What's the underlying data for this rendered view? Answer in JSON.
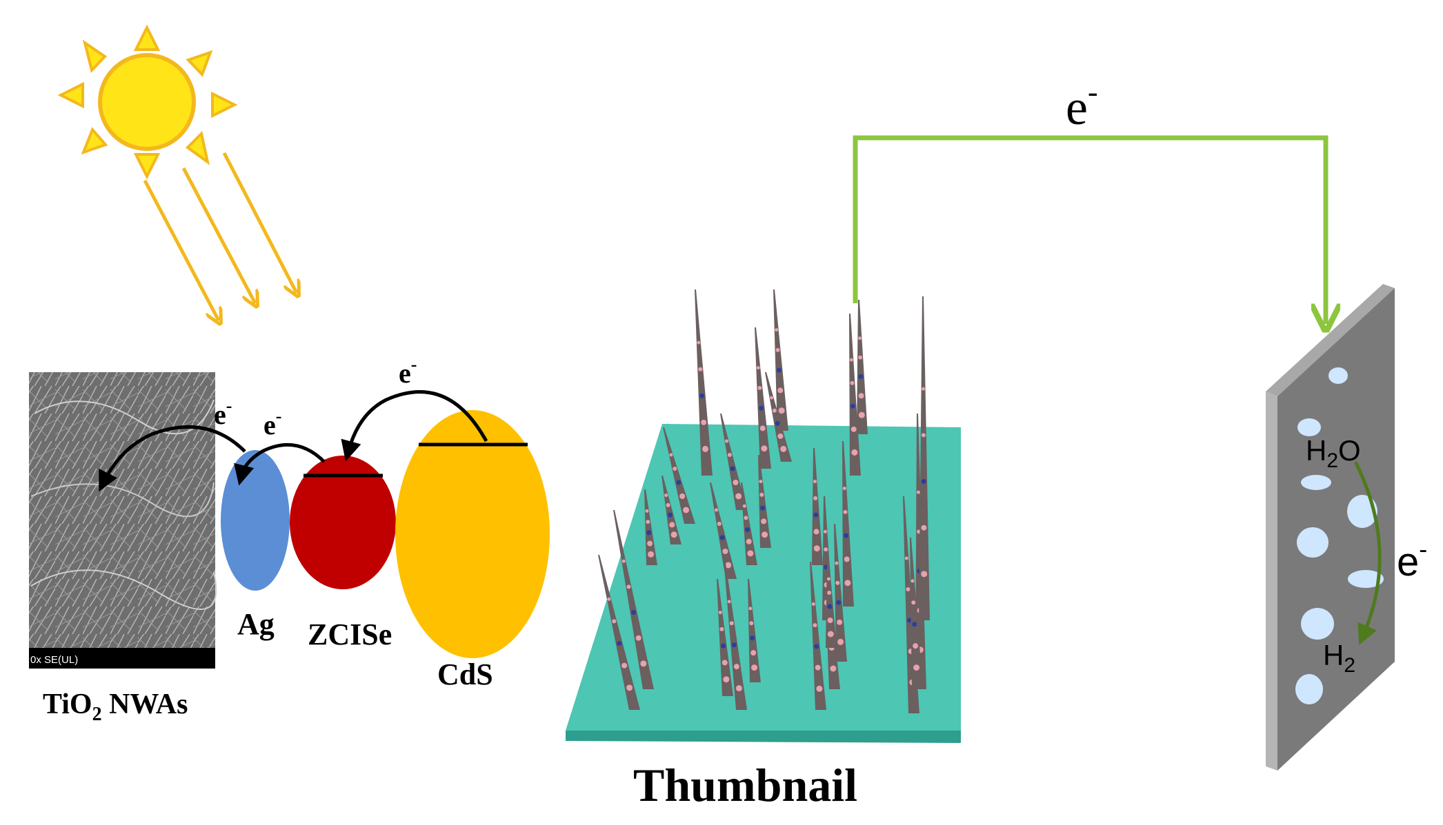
{
  "labels": {
    "tio2_main": "TiO",
    "tio2_sub": "2",
    "tio2_tail": " NWAs",
    "ag": "Ag",
    "zcise": "ZCISe",
    "cds": "CdS",
    "thumbnail": "Thumbnail",
    "sem_bar": "0x SE(UL)",
    "h2o_h": "H",
    "h2o_sub": "2",
    "h2o_o": "O",
    "h2_h": "H",
    "h2_sub": "2"
  },
  "electron": {
    "base": "e",
    "sup": "-"
  },
  "colors": {
    "sun": "#FFE417",
    "sun_rays": "#F3B81D",
    "light_arrows": "#F3B81D",
    "ag": "#5B8ED5",
    "zcise": "#C00000",
    "cds": "#FFC000",
    "circuit": "#8CC63F",
    "substrate": "#4DC6B4",
    "electrode": "#7A7A7A",
    "bubble": "#CFE6FF",
    "inner_arrow": "#4F7A1E"
  },
  "icons": {
    "sun": "sun-icon",
    "sem": "sem-image",
    "electrode": "electrode-plate",
    "nanowire_array": "nanowire-array"
  }
}
